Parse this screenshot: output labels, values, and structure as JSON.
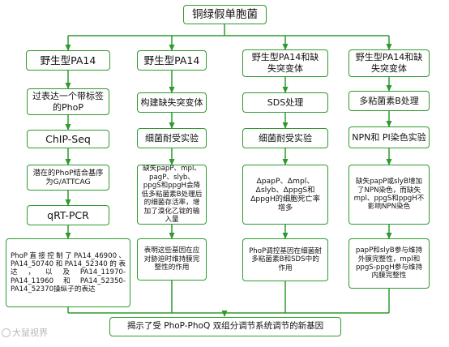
{
  "title": "铜绿假单胞菌",
  "columns": [
    {
      "header": "野生型PA14",
      "steps": [
        "过表达一个带标签的PhoP",
        "ChIP-Seq",
        "潜在的PhoP结合基序为G/ATTCAG",
        "qRT-PCR",
        "PhoP直接控制了PA14_46900、PA14_50740和PA14_52340的表达，以及PA14_11970-PA14_11960和PA14_52350-PA14_52370操纵子的表达"
      ]
    },
    {
      "header": "野生型PA14",
      "steps": [
        "构建缺失突变体",
        "细菌耐受实验",
        "缺失papP、mpl、pagP、slyb、ppgS和ppgH会降低多粘菌素B处理后的细菌存活率，增加了溴化乙锭的输入量",
        "表明这些基因在应对胁迫时维持膜完整性的作用"
      ]
    },
    {
      "header": "野生型PA14和缺失突变体",
      "steps": [
        "SDS处理",
        "细菌耐受实验",
        "ΔpapP、Δmpl、Δslyb、ΔppgS和ΔppgH的细胞死亡率增多",
        "PhoP调控基因在细菌耐多粘菌素B和SDS中的作用"
      ]
    },
    {
      "header": "野生型PA14和缺失突变体",
      "steps": [
        "多粘菌素B处理",
        "NPN和 PI染色实验",
        "缺失papP或slyB增加了NPN染色，而缺失mpl、ppgS和ppgH不影响NPN染色",
        "papP和slyB参与维持外膜完整性，mpl和ppgS-ppgH参与维持内膜完整性"
      ]
    }
  ],
  "conclusion": "揭示了受 PhoP-PhoQ 双组分调节系统调节的新基因",
  "watermark": "大鼠视界",
  "colors": {
    "border": "#2e9a2e",
    "arrow": "#2e9a2e",
    "text": "#111111",
    "watermark": "#b8b8b8"
  }
}
